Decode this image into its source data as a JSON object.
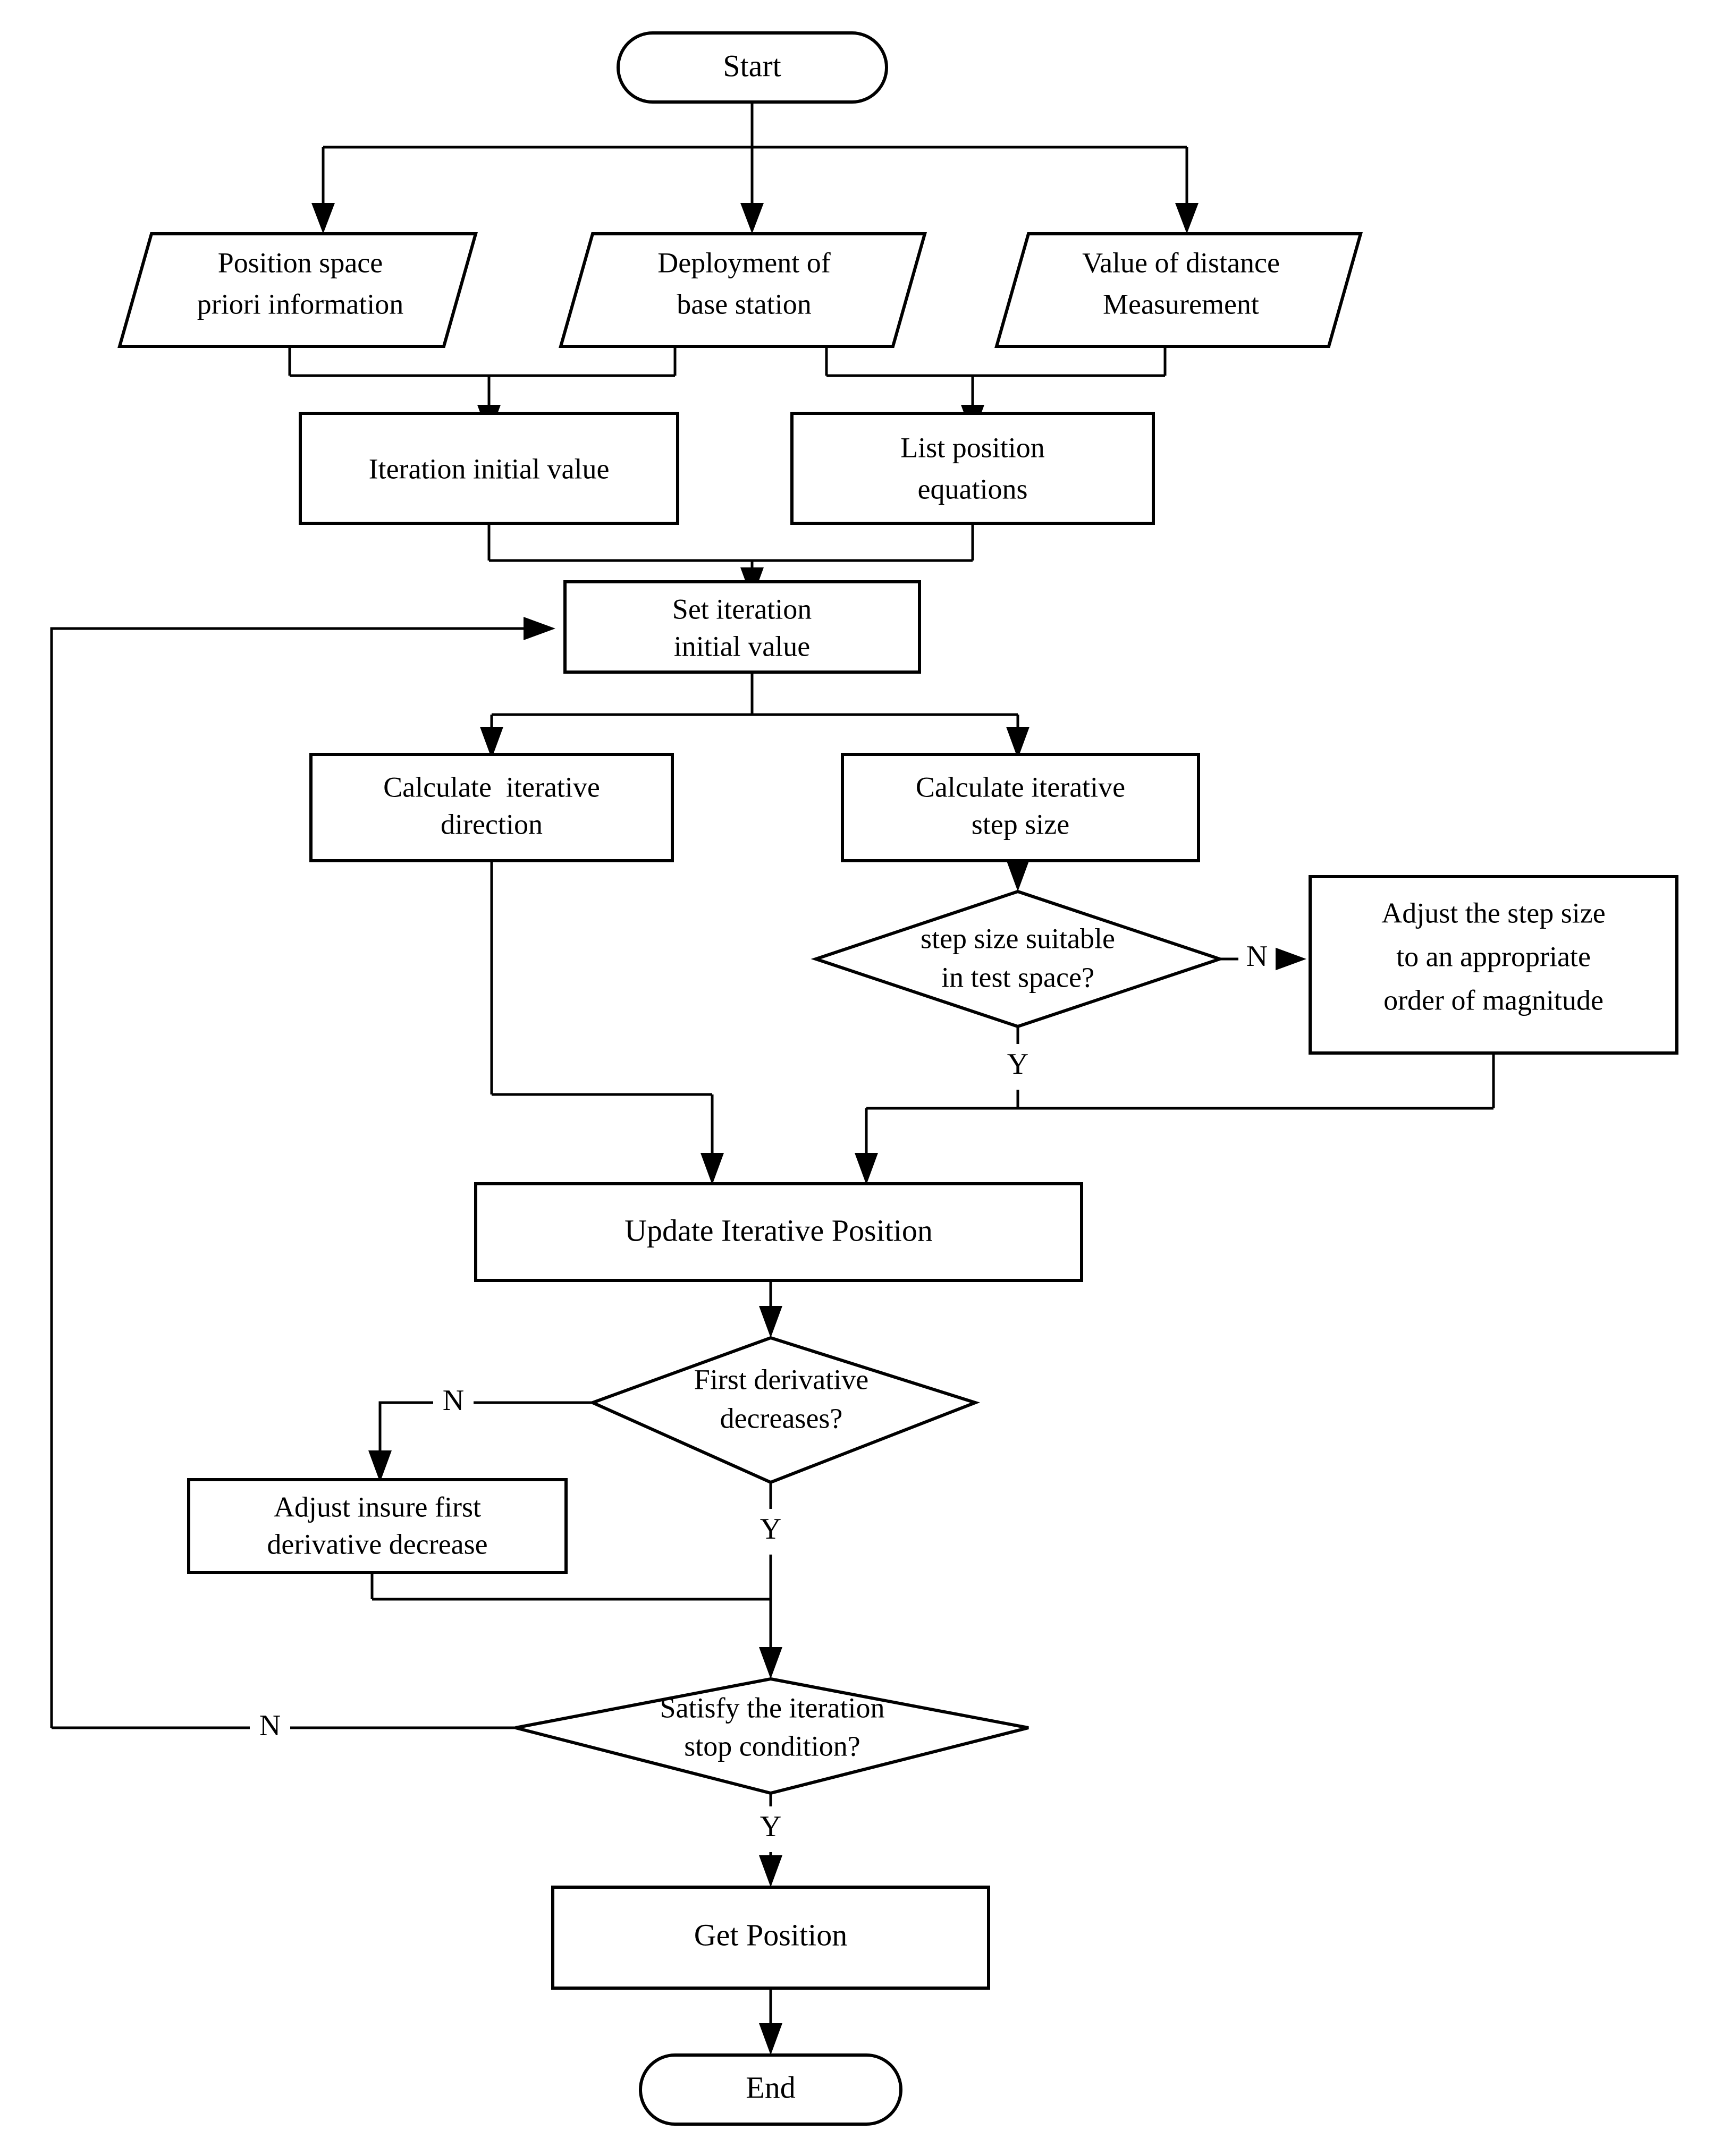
{
  "diagram": {
    "title": "Iterative positioning algorithm flowchart",
    "stroke_color": "#000000",
    "fill_color": "#ffffff",
    "background": "#ffffff"
  },
  "nodes": {
    "start": {
      "label": "Start",
      "shape": "terminator"
    },
    "position_space": {
      "line1": "Position space",
      "line2": "priori information",
      "shape": "parallelogram"
    },
    "base_station": {
      "line1": "Deployment of",
      "line2": "base station",
      "shape": "parallelogram"
    },
    "distance_value": {
      "line1": "Value of distance",
      "line2": "Measurement",
      "shape": "parallelogram"
    },
    "iteration_initial_value": {
      "line1": "Iteration initial value",
      "shape": "process"
    },
    "list_position_equations": {
      "line1": "List position",
      "line2": "equations",
      "shape": "process"
    },
    "set_iteration_initial_value": {
      "line1": "Set iteration",
      "line2": "initial value",
      "shape": "process"
    },
    "calc_direction": {
      "line1": "Calculate  iterative",
      "line2": "direction",
      "shape": "process"
    },
    "calc_step_size": {
      "line1": "Calculate iterative",
      "line2": "step size",
      "shape": "process"
    },
    "step_size_suitable": {
      "line1": "step size suitable",
      "line2": "in test space?",
      "shape": "decision"
    },
    "adjust_step_size": {
      "line1": "Adjust the step size",
      "line2": "to an appropriate",
      "line3": "order of magnitude",
      "shape": "process"
    },
    "update_position": {
      "line1": "Update Iterative Position",
      "shape": "process"
    },
    "first_derivative": {
      "line1": "First derivative",
      "line2": "decreases?",
      "shape": "decision"
    },
    "adjust_insure": {
      "line1": "Adjust insure first",
      "line2": "derivative decrease",
      "shape": "process"
    },
    "satisfy_stop": {
      "line1": "Satisfy the iteration",
      "line2": "stop condition?",
      "shape": "decision"
    },
    "get_position": {
      "line1": "Get Position",
      "shape": "process"
    },
    "end": {
      "label": "End",
      "shape": "terminator"
    }
  },
  "edge_labels": {
    "step_size_no": "N",
    "step_size_yes": "Y",
    "first_derivative_no": "N",
    "first_derivative_yes": "Y",
    "satisfy_no": "N",
    "satisfy_yes": "Y"
  }
}
